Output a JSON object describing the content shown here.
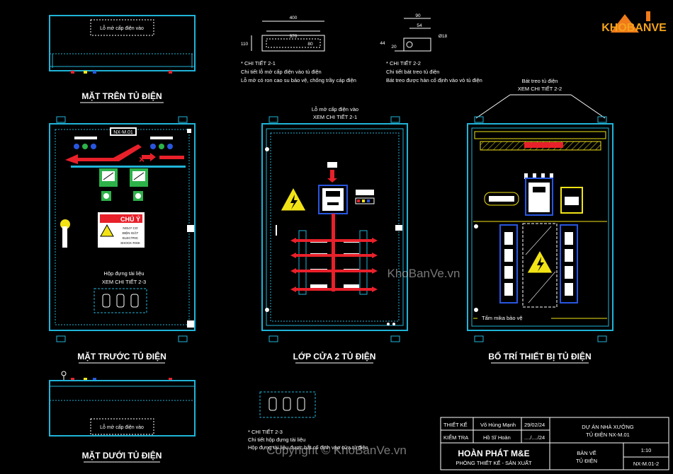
{
  "views": {
    "top": {
      "title": "MẶT TRÊN TỦ ĐIỆN",
      "cable_label": "Lỗ mở cấp điện vào"
    },
    "front": {
      "title": "MẶT TRƯỚC TỦ ĐIỆN",
      "tag": "NX-M.01",
      "warning_title": "CHÚ Ý",
      "warning_lines": [
        "NGUY CƠ",
        "ĐIỆN GIẬT",
        "ELECTRIC",
        "SHOCK RISK"
      ],
      "doc_label_1": "Hộp đựng tài liệu",
      "doc_label_2": "XEM CHI TIẾT 2-3"
    },
    "door": {
      "title": "LỚP CỬA 2 TỦ ĐIỆN",
      "label_1": "Lỗ mở cấp điện vào",
      "label_2": "XEM CHI TIẾT 2-1"
    },
    "layout": {
      "title": "BỐ TRÍ THIẾT BỊ TỦ ĐIỆN",
      "label_1": "Bát treo tủ điện",
      "label_2": "XEM CHI TIẾT 2-2",
      "mica_label": "Tấm mika bảo vệ"
    },
    "bottom": {
      "title": "MẶT DƯỚI TỦ ĐIỆN",
      "cable_label": "Lỗ mở cấp điện vào"
    }
  },
  "details": {
    "d21": {
      "heading": "* CHI TIẾT 2-1",
      "line1": "Chi tiết lỗ mở cấp điện vào tủ điện",
      "line2": "Lỗ mở có ron cao su bảo vệ, chống trầy cáp điện",
      "dim_400": "400",
      "dim_370": "370",
      "dim_110": "110",
      "dim_80": "80"
    },
    "d22": {
      "heading": "* CHI TIẾT 2-2",
      "line1": "Chi tiết bát treo tủ điện",
      "line2": "Bát treo được hàn cố định vào vỏ tủ điện",
      "dim_90": "90",
      "dim_54": "54",
      "dim_44": "44",
      "dim_20": "20",
      "dim_phi": "Ø18"
    },
    "d23": {
      "heading": "* CHI TIẾT 2-3",
      "line1": "Chi tiết hộp đựng tài liệu",
      "line2": "Hộp đựng tài liệu được bắt cố định vào cửa tủ điện"
    }
  },
  "title_block": {
    "thiet_ke_label": "THIẾT KẾ",
    "thiet_ke_name": "Võ Hùng Mạnh",
    "thiet_ke_date": "29/02/24",
    "kiem_tra_label": "KIỂM TRA",
    "kiem_tra_name": "Hồ Sĩ Hoàn",
    "kiem_tra_date": "..../..../24",
    "project_1": "DỰ ÁN NHÀ XƯỞNG",
    "project_2": "TỦ ĐIỆN NX-M.01",
    "company": "HOÀN PHÁT M&E",
    "company_sub": "PHÒNG THIẾT KẾ - SẢN XUẤT",
    "drawing_1": "BẢN VẼ",
    "drawing_2": "TỦ ĐIỆN",
    "scale": "1:10",
    "code": "NX-M.01-2"
  },
  "watermarks": {
    "logo": "KHOBANVE",
    "center": "KhoBanVe.vn",
    "bottom": "Copyright © KhoBanVe.vn"
  },
  "colors": {
    "cyan": "#1fb4d8",
    "red": "#e8202a",
    "green": "#2db24a",
    "yellow": "#f2e316",
    "blue": "#2856e0"
  }
}
